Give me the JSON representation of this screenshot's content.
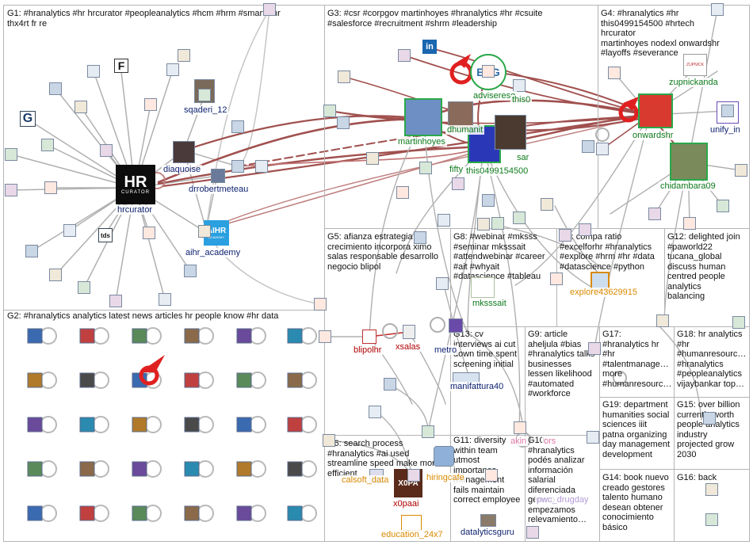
{
  "groups": [
    {
      "id": "G1",
      "text": "G1: #hranalytics #hr hrcurator #peopleanalytics #hcm #hrm #smarterhr\nthx4rt fr re"
    },
    {
      "id": "G2",
      "text": "G2: #hranalytics analytics latest news articles hr people know #hr data"
    },
    {
      "id": "G3",
      "text": "G3: #csr #corpgov martinhoyes #hranalytics #hr #csuite\n#salesforce #recruitment #shrm #leadership"
    },
    {
      "id": "G4",
      "text": "G4: #hranalytics #hr\nthis0499154500 #hrtech hrcurator\nmartinhoyes nodexl onwardshr\n#layoffs #severance"
    },
    {
      "id": "G5",
      "text": "G5: afianza estrategia\ncrecimiento incorpora ximo\nsalas responsable desarrollo\nnegocio blipol"
    },
    {
      "id": "G8",
      "text": "G8: #webinar #mksss\n#seminar mksssait\n#attendwebinar #career\n#ait #whyait\n#datascience #tableau"
    },
    {
      "id": "G7",
      "text": "G7: compa ratio\n#excelforhr #hranalytics\n#explore #hrm #hr #data\n#datascience #python"
    },
    {
      "id": "G12",
      "text": "G12: delighted join\n#paworld22\ntucana_global\ndiscuss human\ncentred people\nanalytics\nbalancing"
    },
    {
      "id": "G13",
      "text": "G13: cv\ninterviews ai cut\ndown time spent\nscreening initial"
    },
    {
      "id": "G9",
      "text": "G9: article\naheljula #bias\n#hranalytics talks\nbusinesses\nlessen likelihood\n#automated\n#workforce"
    },
    {
      "id": "G17",
      "text": "G17:\n#hranalytics hr\n#hr\n#talentmanage…\nmore\n#humanresourc…"
    },
    {
      "id": "G18",
      "text": "G18: hr analytics\n#hr\n#humanresourc…\n#hranalytics\n#peopleanalytics\nvijaybankar top…"
    },
    {
      "id": "G19",
      "text": "G19: department\nhumanities social\nsciences iiit\npatna organizing\nday management\ndevelopment"
    },
    {
      "id": "G15",
      "text": "G15: over billion\ncurrently worth\npeople analytics\nindustry\nprojected grow\n2030"
    },
    {
      "id": "G6",
      "text": "G6: search process\n#hranalytics #ai used\nstreamline speed make more\nefficient"
    },
    {
      "id": "G11",
      "text": "G11: diversity\nwithin team\nutmost\nimportance\nmanagement\nfails maintain\ncorrect employee"
    },
    {
      "id": "G10",
      "text": "G10:\n#hranalytics\npodés analizar\ninformación\nsalarial\ndiferenciada\ngénero\nempezamos\nrelevamiento…"
    },
    {
      "id": "G14",
      "text": "G14: book nuevo\ncreado gestores\ntalento humano\ndesean obtener\nconocimiento\nbásico"
    },
    {
      "id": "G16",
      "text": "G16: back"
    }
  ],
  "vertex_labels": [
    {
      "name": "hrcurator",
      "color": "blue"
    },
    {
      "name": "sqaderi_12",
      "color": "blue"
    },
    {
      "name": "diaquoise",
      "color": "blue"
    },
    {
      "name": "drrobertmeteau",
      "color": "blue"
    },
    {
      "name": "aihr_academy",
      "color": "blue"
    },
    {
      "name": "martinhoyes",
      "color": "green"
    },
    {
      "name": "adviseresg",
      "color": "green"
    },
    {
      "name": "this0",
      "color": "green"
    },
    {
      "name": "dhumanit",
      "color": "green"
    },
    {
      "name": "this0499154500",
      "color": "green"
    },
    {
      "name": "sar",
      "color": "green"
    },
    {
      "name": "fifty",
      "color": "green"
    },
    {
      "name": "onwardshr",
      "color": "green"
    },
    {
      "name": "chidambara09",
      "color": "green"
    },
    {
      "name": "zupnickanda",
      "color": "green"
    },
    {
      "name": "unify_in",
      "color": "blue"
    },
    {
      "name": "blipolhr",
      "color": "red"
    },
    {
      "name": "xsalas",
      "color": "red"
    },
    {
      "name": "metro",
      "color": "blue"
    },
    {
      "name": "mksssait",
      "color": "green"
    },
    {
      "name": "explore43629915",
      "color": "orange"
    },
    {
      "name": "manifattura40",
      "color": "blue"
    },
    {
      "name": "calsoft_data",
      "color": "orange"
    },
    {
      "name": "x0paai",
      "color": "red"
    },
    {
      "name": "hiringcafe",
      "color": "orange"
    },
    {
      "name": "education_24x7",
      "color": "orange"
    },
    {
      "name": "datalyticsguru",
      "color": "blue"
    },
    {
      "name": "pwc_drugday",
      "color": "lavender"
    },
    {
      "name": "akin",
      "color": "pink"
    },
    {
      "name": "ors",
      "color": "pink"
    }
  ],
  "logos": {
    "hr_curator": {
      "line1": "HR",
      "line2": "CURATOR"
    },
    "aihr": {
      "line1": "AIHR",
      "line2": "ACADEMY"
    },
    "esg": {
      "text": "ESG"
    },
    "x0pa": {
      "text": "X0PA"
    },
    "zupnick": {
      "text": "ZUPNICK"
    },
    "linkedin": {
      "text": "in"
    },
    "f_logo": {
      "text": "F"
    },
    "g_logo": {
      "text": "G"
    },
    "tds": {
      "text": "tds"
    }
  },
  "colors": {
    "edge_gray": "#b0b0b0",
    "edge_dark_red": "#a0504e",
    "group_border": "#b5b5b5",
    "node_red": "#e02020",
    "node_green": "#2aa84a"
  }
}
